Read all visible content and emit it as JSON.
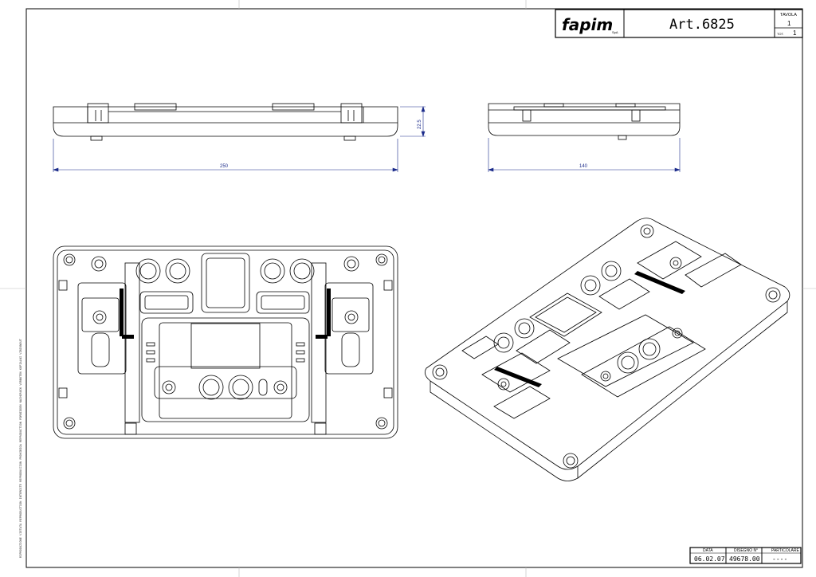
{
  "title_block": {
    "logo_text": "fapim",
    "logo_suffix": "SpA",
    "article": "Art.6825",
    "tavola_label": "TAVOLA",
    "tavola_value": "1",
    "tot_label": "TOT.",
    "tot_value": "1"
  },
  "bottom_block": {
    "data_label": "DATA",
    "data_value": "06.02.07",
    "disegno_label": "DISEGNO N°",
    "disegno_value": "49678.00",
    "particolare_label": "PARTICOLARE",
    "particolare_value": "----"
  },
  "side_legend": "RIPRODUZIONE VIETATA  REPRODUCTION INTERDITE  REPRODUCCION PROHIBIDA  REPRODUCTION FORBIDDEN  NACHDRUCK VERBOTEN  KOPIALNI VZNIKNOUT",
  "dimensions": {
    "front_width": "250",
    "front_height": "22.5",
    "side_width": "140"
  },
  "colors": {
    "line": "#000000",
    "dimension": "#1a2a8a"
  }
}
